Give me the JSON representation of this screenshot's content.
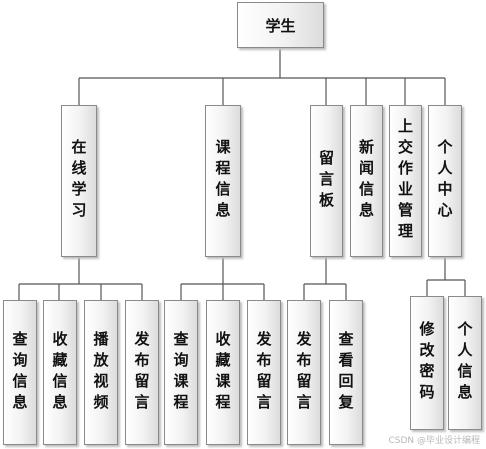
{
  "root": "学生",
  "modules": {
    "online_study": "在线学习",
    "course_info": "课程信息",
    "message_board": "留言板",
    "news_info": "新闻信息",
    "submit_homework": "上交作业管理",
    "personal_center": "个人中心"
  },
  "leaves": {
    "online_study": [
      "查询信息",
      "收藏信息",
      "播放视频",
      "发布留言"
    ],
    "course_info": [
      "查询课程",
      "收藏课程",
      "发布留言"
    ],
    "message_board": [
      "发布留言",
      "查看回复"
    ],
    "personal_center": [
      "修改密码",
      "个人信息"
    ]
  },
  "watermark": "CSDN @毕业设计编程"
}
